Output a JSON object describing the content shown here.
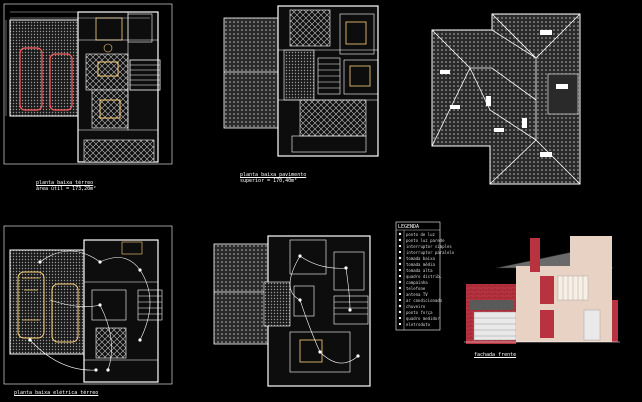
{
  "background_color": "#000000",
  "sheets": [
    {
      "id": "ground-floor-plan",
      "title": "planta baixa térreo",
      "subtitle": "área útil = 173,20m²",
      "colors": {
        "wall": "#ffffff",
        "hatch": "#8a8a8a",
        "furniture": "#ffd37a",
        "car": "#ff5c5c"
      }
    },
    {
      "id": "upper-floor-plan",
      "title": "planta baixa pavimento",
      "subtitle": "superior = 170,40m²"
    },
    {
      "id": "roof-plan",
      "title": "",
      "subtitle": ""
    },
    {
      "id": "ground-floor-electrical",
      "title": "planta baixa elétrica térreo",
      "subtitle": ""
    },
    {
      "id": "upper-floor-electrical",
      "title": "",
      "subtitle": ""
    },
    {
      "id": "front-elevation",
      "title": "fachada frente",
      "subtitle": "",
      "colors": {
        "wall": "#e7d2c4",
        "brick": "#b8333f",
        "roof": "#6a6a6a",
        "garage": "#e9e9e9"
      }
    }
  ],
  "legend": {
    "title": "LEGENDA",
    "items": [
      "ponto de luz",
      "ponto luz parede",
      "interruptor simples",
      "interruptor paralelo",
      "tomada baixa",
      "tomada média",
      "tomada alta",
      "quadro distrib.",
      "campainha",
      "telefone",
      "antena TV",
      "ar condicionado",
      "chuveiro",
      "ponto força",
      "quadro medidor",
      "eletroduto"
    ]
  }
}
